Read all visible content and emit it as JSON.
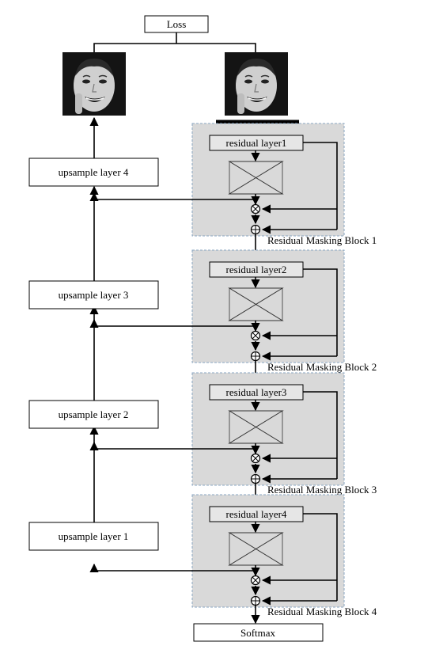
{
  "loss_label": "Loss",
  "softmax_label": "Softmax",
  "face_image": {
    "depicts": "grayscale face photo"
  },
  "upsample_layers": [
    {
      "label": "upsample layer 4"
    },
    {
      "label": "upsample layer 3"
    },
    {
      "label": "upsample layer 2"
    },
    {
      "label": "upsample layer 1"
    }
  ],
  "blocks": [
    {
      "residual_label": "residual layer1",
      "block_label": "Residual Masking Block 1"
    },
    {
      "residual_label": "residual layer2",
      "block_label": "Residual Masking Block 2"
    },
    {
      "residual_label": "residual layer3",
      "block_label": "Residual Masking Block 3"
    },
    {
      "residual_label": "residual layer4",
      "block_label": "Residual Masking Block 4"
    }
  ],
  "operators": {
    "multiply": "⊗",
    "add": "⊕"
  },
  "colors": {
    "block_fill": "#d9d9d9",
    "block_border": "#8aa6c1",
    "line": "#000000"
  }
}
